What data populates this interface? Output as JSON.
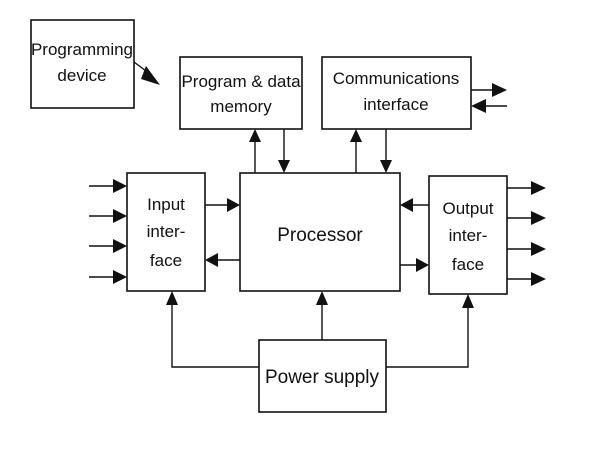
{
  "blocks": {
    "programming_device": {
      "lines": [
        "Programming",
        "device"
      ]
    },
    "memory": {
      "lines": [
        "Program & data",
        "memory"
      ]
    },
    "communications": {
      "lines": [
        "Communications",
        "interface"
      ]
    },
    "input": {
      "lines": [
        "Input",
        "inter-",
        "face"
      ]
    },
    "processor": {
      "lines": [
        "Processor"
      ]
    },
    "output": {
      "lines": [
        "Output",
        "inter-",
        "face"
      ]
    },
    "power": {
      "lines": [
        "Power supply"
      ]
    }
  }
}
